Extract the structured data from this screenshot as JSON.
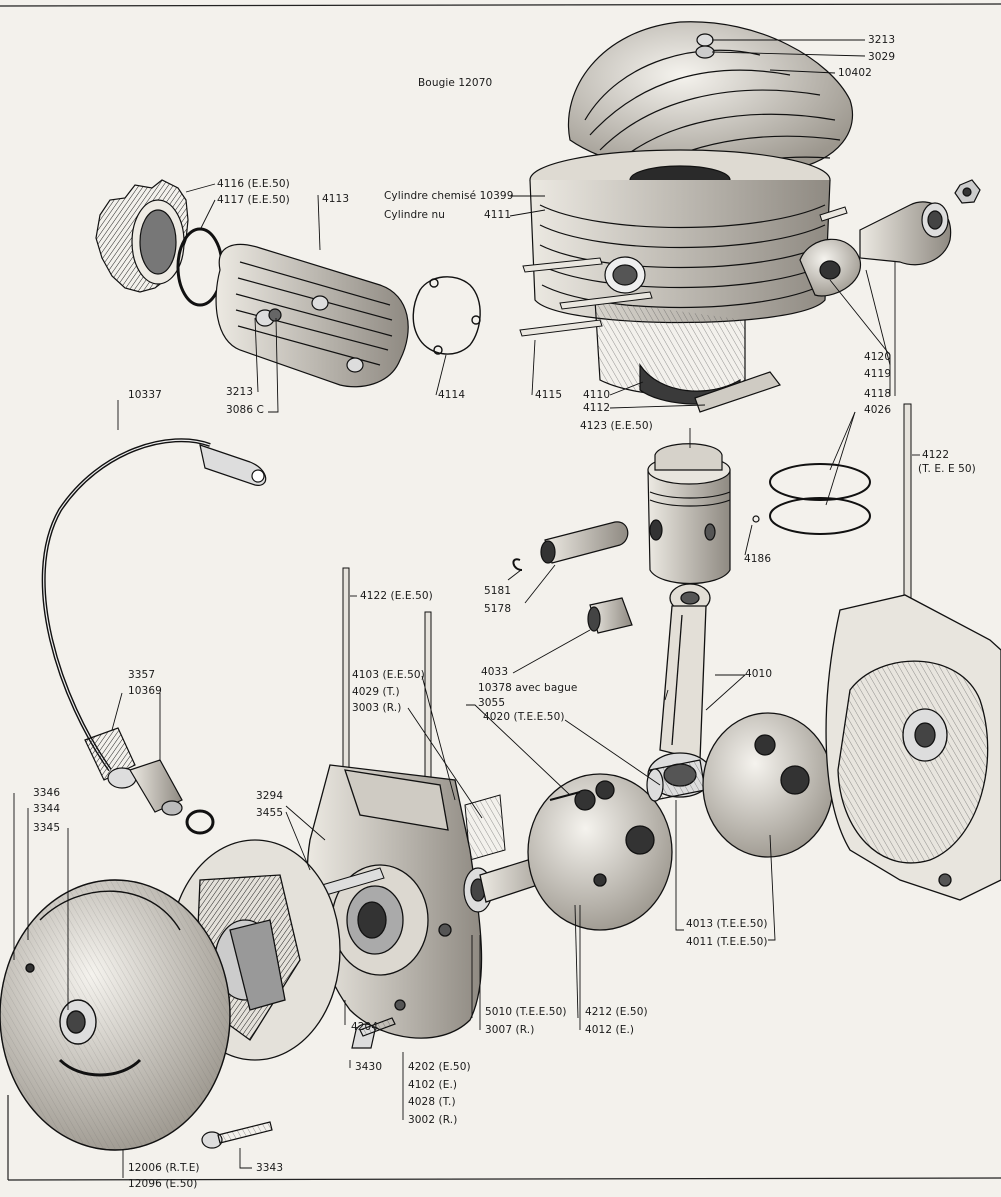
{
  "plate": {
    "colors": {
      "paper": "#f3f1ec",
      "ink": "#1a1a1a",
      "shade": "#bdb9b0"
    }
  },
  "labels": {
    "bougie": "Bougie 12070",
    "l3213_top": "3213",
    "l3029": "3029",
    "l10402": "10402",
    "cyl_chemise": "Cylindre chemisé 10399",
    "cyl_nu": "Cylindre nu",
    "l4111": "4111",
    "l4116": "4116 (E.E.50)",
    "l4117": "4117 (E.E.50)",
    "l4113": "4113",
    "l3213_side": "3213",
    "l3086c": "3086 C",
    "l4114": "4114",
    "l4115": "4115",
    "l4110": "4110",
    "l4112": "4112",
    "l4120": "4120",
    "l4119": "4119",
    "l4118": "4118",
    "l4026": "4026",
    "l4123": "4123 (E.E.50)",
    "l4122_right": "4122",
    "l4122_right_sub": "(T. E. E 50)",
    "l10337": "10337",
    "l4186": "4186",
    "l5181": "5181",
    "l5178": "5178",
    "l4122_mid": "4122 (E.E.50)",
    "l4033": "4033",
    "l10378": "10378 avec bague",
    "l4010": "4010",
    "l3357": "3357",
    "l10369": "10369",
    "l4103": "4103 (E.E.50)",
    "l4029": "4029 (T.)",
    "l3003": "3003 (R.)",
    "l3055": "3055",
    "l4020": "4020 (T.E.E.50)",
    "l3346": "3346",
    "l3344": "3344",
    "l3345": "3345",
    "l3294": "3294",
    "l3455": "3455",
    "l4013": "4013 (T.E.E.50)",
    "l4011": "4011 (T.E.E.50)",
    "l4204": "4204",
    "l5010": "5010 (T.E.E.50)",
    "l3007": "3007 (R.)",
    "l4212": "4212 (E.50)",
    "l4012": "4012 (E.)",
    "l3430": "3430",
    "l4202": "4202 (E.50)",
    "l4102": "4102 (E.)",
    "l4028": "4028 (T.)",
    "l3002": "3002 (R.)",
    "l3343": "3343",
    "l12006": "12006 (R.T.E)",
    "l12096": "12096 (E.50)"
  }
}
